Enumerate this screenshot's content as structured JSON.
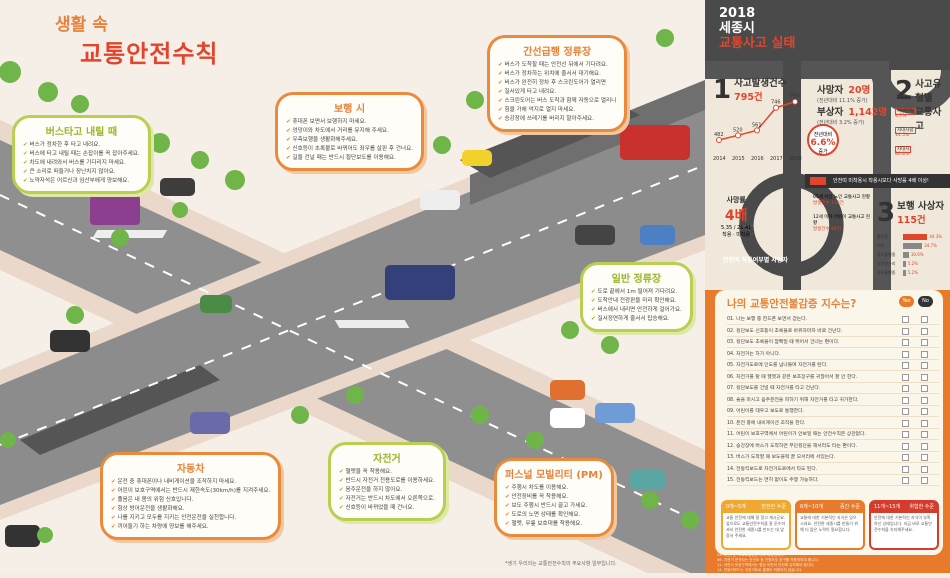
{
  "title": {
    "line1": "생활 속",
    "line2": "교통안전수칙"
  },
  "bubbles": [
    {
      "id": "bus",
      "title": "버스타고 내릴 때",
      "items": [
        "버스가 정차한 후 타고 내려요.",
        "버스에 타고 내릴 때는 손잡이를 꼭 잡아주세요.",
        "차도에 내려와서 버스를 기다리지 마세요.",
        "큰 소리로 떠들거나 장난치지 않아요.",
        "노약자석은 어르신과 임산부에게 양보해요."
      ]
    },
    {
      "id": "walk",
      "title": "보행 시",
      "items": [
        "휴대폰 보면서 보행하지 마세요.",
        "엉덩이와 차도에서 거리를 유지해 주세요.",
        "우측보행을 생활화해주세요.",
        "신호등이 초록불로 바뀌어도 좌우를 살핀 후 건너요.",
        "길을 건널 때는 반드시 횡단보도를 이용해요."
      ]
    },
    {
      "id": "brt",
      "title": "간선급행 정류장",
      "items": [
        "버스가 도착할 때는 안전선 뒤에서 기다려요.",
        "버스가 정차하는 위치에 줄서서 대기해요.",
        "버스가 완전히 정차 후 스크린도어가 열리면",
        "질서있게 타고 내려요.",
        "스크린도어는 버스 도착과 함께 자동으로 열리니",
        "힘을 가해 억지로 열지 마세요.",
        "승강장에 쓰레기를 버리지 말아주세요."
      ]
    },
    {
      "id": "stop",
      "title": "일반 정류장",
      "items": [
        "도로 끝에서 1m 떨어져 기다려요.",
        "도착안내 전광판을 미리 확인해요.",
        "버스에서 내리면 안전하게 걸어가요.",
        "질서정연하게 줄서서 탑승해요."
      ]
    },
    {
      "id": "car",
      "title": "자동차",
      "items": [
        "운전 중 휴대폰이나 내비게이션을 조작하지 마세요.",
        "어린이 보호구역에서는 반드시 제한속도(30km/h)를 지켜주세요.",
        "졸음은 내 몸의 위험 신호입니다.",
        "항상 방어운전을 생활화해요.",
        "나를 지키고 모두를 지키는 안전운전을 실천합니다.",
        "끼어들기 하는 차량에 양보를 해주세요."
      ]
    },
    {
      "id": "bike",
      "title": "자전거",
      "items": [
        "헬멧을 꼭 착용해요.",
        "반드시 자전거 전용도로를 이용하세요.",
        "음주운전을 하지 않아요.",
        "자전거는 반드시 차도에서 오른쪽으로.",
        "신호등이 바뀌었을 때 건너요."
      ]
    },
    {
      "id": "pm",
      "title": "퍼스널 모빌리티 (PM)",
      "items": [
        "주행시 차도를 이용해요.",
        "안전장비를 꼭 착용해요.",
        "보도 주행시 반드시 끌고 가세요.",
        "도로의 노면 상태를 확인해요.",
        "헬멧, 무릎 보호대를 착용해요."
      ]
    }
  ],
  "footnote": "*생기 우리의는 교통안전수칙의 주요사항 일부입니다.",
  "stats": {
    "year": "2018",
    "city": "세종시",
    "heading": "교통사고 실태",
    "s1": {
      "no": "1",
      "label": "사고발생건수",
      "value": "795건",
      "yoy_label": "전년대비",
      "yoy": "6.6%",
      "yoy_suffix": "증가"
    },
    "deaths": {
      "label": "사망자",
      "value": "20명",
      "sub": "(전년대비 11.1% 증가)"
    },
    "injured": {
      "label": "부상자",
      "value": "1,142명",
      "sub": "(전년대비 3.2% 증가)"
    },
    "s2": {
      "no": "2",
      "label1": "사고유형별",
      "label2": "교통사고",
      "types": [
        {
          "name": "차량단독",
          "pct": "4.7%"
        },
        {
          "name": "차대사람",
          "pct": "14.5%"
        },
        {
          "name": "차대차",
          "pct": "80.8%"
        }
      ]
    },
    "belt": {
      "banner": "안전띠 미착용시 착용시보다 사망률 4배 이상!",
      "rate_label": "사망률",
      "times": "4배",
      "worn": "착용",
      "worn_val": "5.35",
      "unworn": "미착용",
      "unworn_val": "21.41",
      "arc_label": "안전띠 착용여부별 사망자"
    },
    "elderly": {
      "title": "65세 이상 노인 교통사고 현황",
      "count": "발생건수 110건"
    },
    "child": {
      "title": "12세 이하 어린이 교통사고 현황",
      "count": "발생건수 44건"
    },
    "s3": {
      "no": "3",
      "label": "보행 사상자",
      "value": "115건",
      "bars": [
        {
          "name": "횡단중",
          "pct": 44.3
        },
        {
          "name": "기타",
          "pct": 34.7
        },
        {
          "name": "차도통행중",
          "pct": 10.6
        },
        {
          "name": "길가장자리",
          "pct": 5.2
        },
        {
          "name": "보도통행중",
          "pct": 5.2
        }
      ]
    }
  },
  "chart_data": {
    "type": "line",
    "title": "사고발생건수",
    "categories": [
      "2014",
      "2015",
      "2016",
      "2017",
      "2018"
    ],
    "values": [
      482,
      520,
      561,
      746,
      795
    ],
    "ylim": [
      400,
      850
    ]
  },
  "checklist": {
    "title": "나의 교통안전불감증 지수는?",
    "yes": "Yes",
    "no": "No",
    "items": [
      "01. 나는 보행 중 한드폰 보면서 걷는다.",
      "02. 횡단보도 신호등이 초록불로 바뀌자마자 바로 건넌다.",
      "03. 횡단보도 초록불이 깜빡일 때 뛰어서 건너는 편이다.",
      "04. 자전거는 차가 아니다.",
      "05. 자전거도로에 인도를 넘나들며 자전거를 탄다.",
      "06. 자전거를 탈 때 헬멧과 같은 보호장구를 귀찮아서 잘 안 한다.",
      "07. 횡단보도를 건널 때 자전거를 타고 건넌다.",
      "08. 술을 마시고 음주운전을 피하기 위해 자전거를 타고 귀가한다.",
      "09. 어린이를 태우고 보도로 통행한다.",
      "10. 운전 중에 내비게이션 조작을 한다.",
      "11. 어린이 보호구역에서 어린이가 안보일 때는 안전수칙은 상관없다.",
      "12. 승강장에 버스가 도착하면 무단횡단을 해서라도 타는 편이다.",
      "13. 버스가 도착할 때 보도블럭 끝 모서리에 서있는다.",
      "14. 전동킥보드로 자전거도로에서 타도 된다.",
      "15. 전동킥보드는 면허 없이도 주행 가능하다."
    ],
    "scores": [
      {
        "range": "0개~5개",
        "level": "안전한 수준",
        "desc": "교통 안전에 대해 잘 알고 계시군요. 앞으로도 교통안전수칙을 잘 준수하셔서 안전한 세종시를 만드는 데 앞장서 주세요."
      },
      {
        "range": "6개~10개",
        "level": "중간 수준",
        "desc": "교통에 대한 기본적인 지식은 있으시네요. 안전한 세종시를 만들기 위해 더 많은 노력이 필요합니다."
      },
      {
        "range": "11개~15개",
        "level": "위험한 수준",
        "desc": "안전에 대한 기본적인 지식이 부족하신 상태입니다. 지금 바로 교통안전수칙을 숙지해주세요."
      }
    ],
    "notes": [
      "04. 자전거는 도로교통법상 차에 해당됩니다.",
      "06. 자전거 운전자는 안전모 등 인명보호 장구를 착용하여야 합니다.",
      "11. 어린이 보호구역에서는 항상 어린이 안전에 유의해야 합니다.",
      "14. 전동킥보드는 자전거도로 통행이 허용되지 않습니다.",
      "15. 전동킥보드는 원동기장치자전거 면허 이상이 필요합니다."
    ]
  },
  "colors": {
    "orange": "#e87b2b",
    "red": "#e2452b",
    "green": "#b9cf52",
    "dark": "#3a3a3a"
  }
}
